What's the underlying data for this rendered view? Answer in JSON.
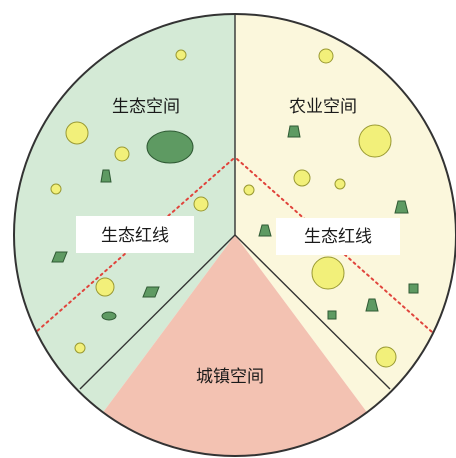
{
  "zones": {
    "ecological": {
      "label": "生态空间",
      "color": "#d4ead6"
    },
    "agricultural": {
      "label": "农业空间",
      "color": "#fbf7dc"
    },
    "urban": {
      "label": "城镇空间",
      "color": "#f3c2b2"
    }
  },
  "redlines": {
    "left": {
      "label": "生态红线"
    },
    "right": {
      "label": "生态红线"
    },
    "line_color": "#e0443c"
  },
  "colors": {
    "border": "#333333",
    "circle_fill": "#f2f07a",
    "circle_stroke": "#999933",
    "green_shape_fill": "#5e9a62",
    "green_shape_stroke": "#2f5a34",
    "label_box": "#ffffff"
  }
}
